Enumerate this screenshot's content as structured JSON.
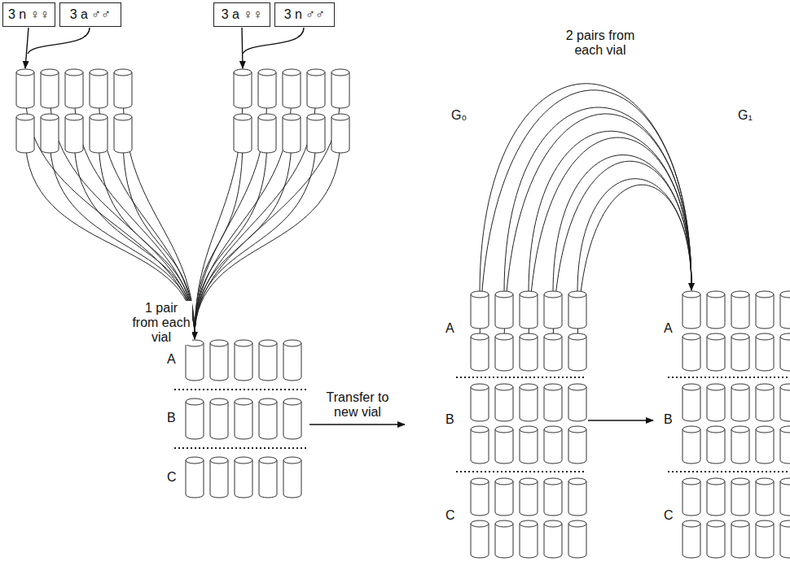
{
  "diagram": {
    "nodes": [
      {
        "text": [
          "3 n ♀♀"
        ]
      },
      {
        "text": [
          "3 a ♂♂"
        ]
      },
      {
        "text": [
          "3 a ♀♀"
        ]
      },
      {
        "text": [
          "3 n ♂♂"
        ]
      }
    ],
    "labels": [
      "2 pairs from each vial",
      "G₀",
      "G₁",
      "1 pair from each vial",
      "A",
      "B",
      "C",
      "Transfer to new vial",
      "A",
      "B",
      "C",
      "A",
      "B",
      "C"
    ]
  }
}
